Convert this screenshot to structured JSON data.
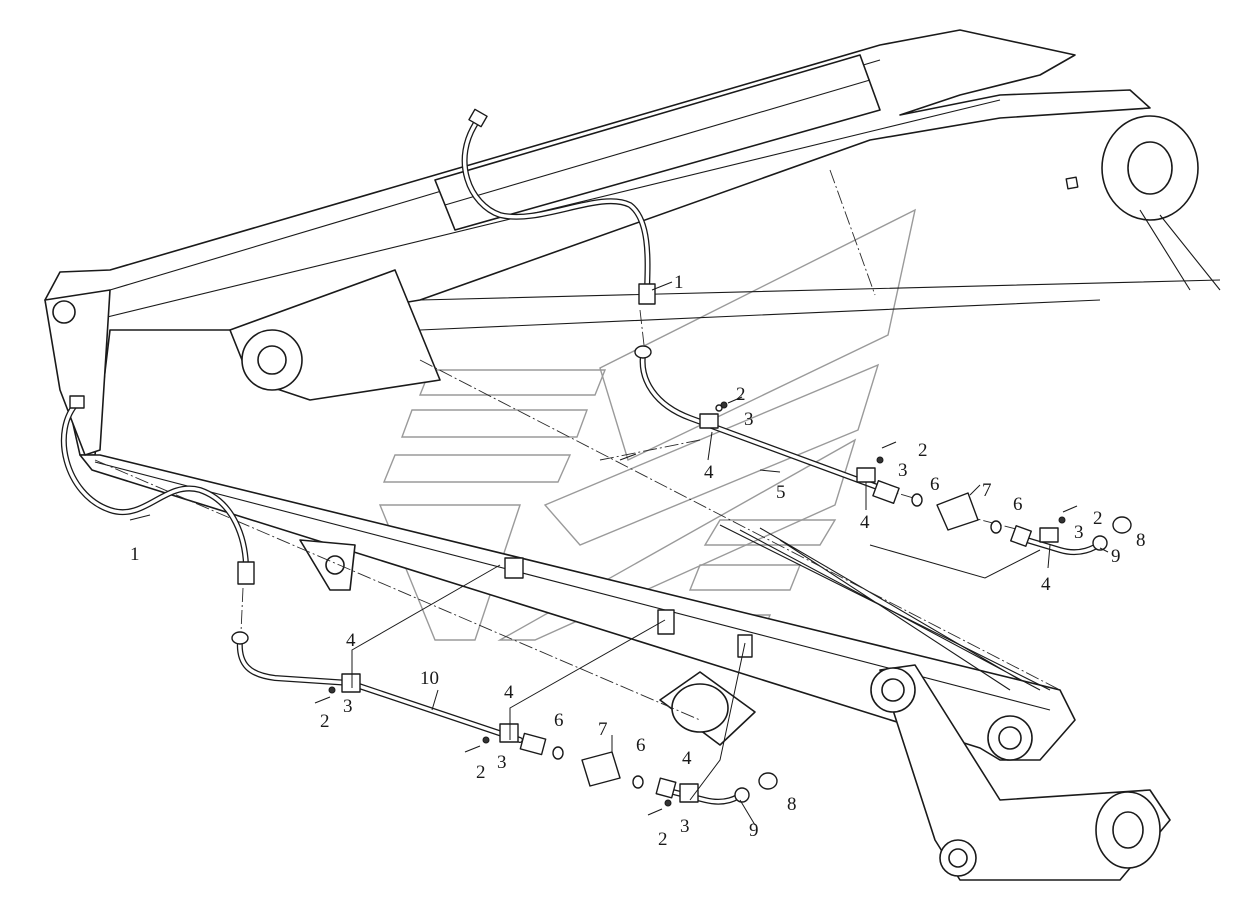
{
  "callouts": [
    {
      "id": "c1a",
      "text": "1"
    },
    {
      "id": "c1b",
      "text": "1"
    },
    {
      "id": "c2a",
      "text": "2"
    },
    {
      "id": "c2b",
      "text": "2"
    },
    {
      "id": "c2c",
      "text": "2"
    },
    {
      "id": "c2d",
      "text": "2"
    },
    {
      "id": "c2e",
      "text": "2"
    },
    {
      "id": "c2f",
      "text": "2"
    },
    {
      "id": "c3a",
      "text": "3"
    },
    {
      "id": "c3b",
      "text": "3"
    },
    {
      "id": "c3c",
      "text": "3"
    },
    {
      "id": "c3d",
      "text": "3"
    },
    {
      "id": "c3e",
      "text": "3"
    },
    {
      "id": "c3f",
      "text": "3"
    },
    {
      "id": "c4a",
      "text": "4"
    },
    {
      "id": "c4b",
      "text": "4"
    },
    {
      "id": "c4c",
      "text": "4"
    },
    {
      "id": "c4d",
      "text": "4"
    },
    {
      "id": "c4e",
      "text": "4"
    },
    {
      "id": "c4f",
      "text": "4"
    },
    {
      "id": "c5",
      "text": "5"
    },
    {
      "id": "c6a",
      "text": "6"
    },
    {
      "id": "c6b",
      "text": "6"
    },
    {
      "id": "c6c",
      "text": "6"
    },
    {
      "id": "c6d",
      "text": "6"
    },
    {
      "id": "c7a",
      "text": "7"
    },
    {
      "id": "c7b",
      "text": "7"
    },
    {
      "id": "c8a",
      "text": "8"
    },
    {
      "id": "c8b",
      "text": "8"
    },
    {
      "id": "c9a",
      "text": "9"
    },
    {
      "id": "c9b",
      "text": "9"
    },
    {
      "id": "c10",
      "text": "10"
    }
  ],
  "colors": {
    "line": "#1a1a1a",
    "watermark": "#9a9a9a",
    "background": "#ffffff"
  }
}
